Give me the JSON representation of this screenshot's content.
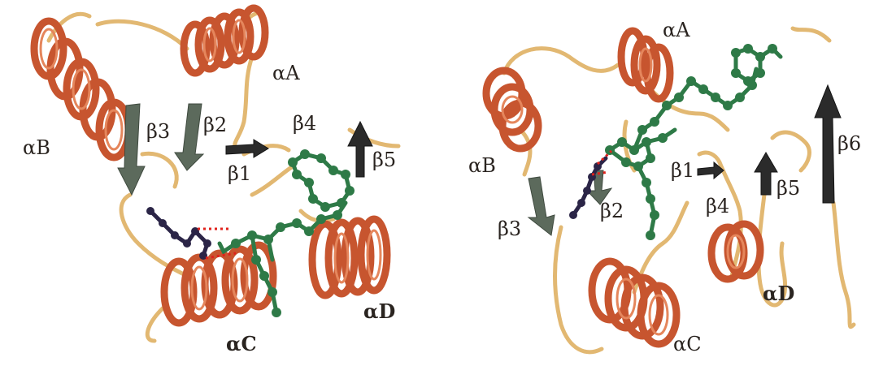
{
  "left_panel": {
    "labels": {
      "alpha_a": "αA",
      "alpha_b": "αB",
      "alpha_c": "αC",
      "alpha_d": "αD",
      "beta1": "β1",
      "beta2": "β2",
      "beta3": "β3",
      "beta4": "β4",
      "beta5": "β5"
    }
  },
  "right_panel": {
    "labels": {
      "alpha_a": "αA",
      "alpha_b": "αB",
      "alpha_c": "αC",
      "alpha_d": "αD",
      "beta1": "β1",
      "beta2": "β2",
      "beta3": "β3",
      "beta4": "β4",
      "beta5": "β5",
      "beta6": "β6"
    }
  },
  "colors": {
    "helix": "#c7552f",
    "loop": "#e2b872",
    "strand": "#5c6a5c",
    "ligand": "#2e7a47",
    "side_chain": "#2b2547",
    "hydrogen_bond": "#e0211b"
  }
}
